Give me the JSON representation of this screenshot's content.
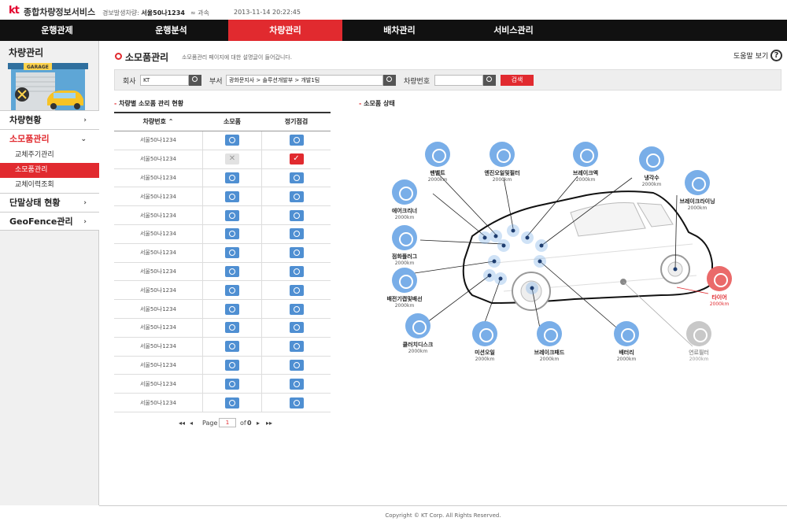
{
  "header": {
    "logo": "kt",
    "service_name": "종합차량정보서비스",
    "alarm_label": "경보발생차량:",
    "alarm_vehicle": "서울50나1234",
    "speed_label": "과속",
    "datetime": "2013-11-14 20:22:45"
  },
  "nav": [
    "운행관제",
    "운행분석",
    "차량관리",
    "배차관리",
    "서비스관리"
  ],
  "sidebar": {
    "title": "차량관리",
    "garage_label": "GARAGE",
    "menu": [
      {
        "label": "차량현황",
        "chev": "›"
      },
      {
        "label": "소모품관리",
        "chev": "⌄"
      }
    ],
    "submenu": [
      "교체주기관리",
      "소모품관리",
      "교체이력조회"
    ],
    "menu2": [
      {
        "label": "단말상태 현황",
        "chev": "›"
      },
      {
        "label": "GeoFence관리",
        "chev": "›"
      }
    ]
  },
  "page": {
    "title": "소모품관리",
    "description": "소모품관리 페이지에 대한 설명글이 들어갑니다.",
    "help": "도움말 보기"
  },
  "search": {
    "company_label": "회사",
    "company_value": "KT",
    "dept_label": "부서",
    "dept_value": "광화문지사 > 솔루션개발부 > 개발1팀",
    "vehicle_label": "차량번호",
    "vehicle_value": "",
    "search_button": "검색"
  },
  "table": {
    "section_title": "차량별 소모품 관리 현황",
    "headers": [
      "차량번호 ⌃",
      "소모품",
      "정기점검"
    ],
    "rows": [
      {
        "vehicle": "서울50나1234",
        "item": "ok",
        "inspect": "ok"
      },
      {
        "vehicle": "서울50나1234",
        "item": "x",
        "inspect": "check"
      },
      {
        "vehicle": "서울50나1234",
        "item": "ok",
        "inspect": "ok"
      },
      {
        "vehicle": "서울50나1234",
        "item": "ok",
        "inspect": "ok"
      },
      {
        "vehicle": "서울50나1234",
        "item": "ok",
        "inspect": "ok"
      },
      {
        "vehicle": "서울50나1234",
        "item": "ok",
        "inspect": "ok"
      },
      {
        "vehicle": "서울50나1234",
        "item": "ok",
        "inspect": "ok"
      },
      {
        "vehicle": "서울50나1234",
        "item": "ok",
        "inspect": "ok"
      },
      {
        "vehicle": "서울50나1234",
        "item": "ok",
        "inspect": "ok"
      },
      {
        "vehicle": "서울50나1234",
        "item": "ok",
        "inspect": "ok"
      },
      {
        "vehicle": "서울50나1234",
        "item": "ok",
        "inspect": "ok"
      },
      {
        "vehicle": "서울50나1234",
        "item": "ok",
        "inspect": "ok"
      },
      {
        "vehicle": "서울50나1234",
        "item": "ok",
        "inspect": "ok"
      },
      {
        "vehicle": "서울50나1234",
        "item": "ok",
        "inspect": "ok"
      },
      {
        "vehicle": "서울50나1234",
        "item": "ok",
        "inspect": "ok"
      }
    ]
  },
  "pager": {
    "first": "◂◂",
    "prev": "◂",
    "page_label": "Page",
    "page_value": "1",
    "of_label": "of",
    "total": "0",
    "next": "▸",
    "last": "▸▸"
  },
  "status": {
    "section_title": "소모품 상태",
    "parts": [
      {
        "name": "팬벨트",
        "km": "2000km",
        "state": "normal"
      },
      {
        "name": "엔진오일및필터",
        "km": "2000km",
        "state": "normal"
      },
      {
        "name": "브레이크액",
        "km": "2000km",
        "state": "normal"
      },
      {
        "name": "냉각수",
        "km": "2000km",
        "state": "normal"
      },
      {
        "name": "브레이크라이닝",
        "km": "2000km",
        "state": "normal"
      },
      {
        "name": "에어크리너",
        "km": "2000km",
        "state": "normal"
      },
      {
        "name": "점화플러그",
        "km": "2000km",
        "state": "normal"
      },
      {
        "name": "타이어",
        "km": "2000km",
        "state": "warning"
      },
      {
        "name": "배전기캡및배선",
        "km": "2000km",
        "state": "normal"
      },
      {
        "name": "클러치디스크",
        "km": "2000km",
        "state": "normal"
      },
      {
        "name": "미션오일",
        "km": "2000km",
        "state": "normal"
      },
      {
        "name": "브레이크패드",
        "km": "2000km",
        "state": "normal"
      },
      {
        "name": "배터리",
        "km": "2000km",
        "state": "normal"
      },
      {
        "name": "연료필터",
        "km": "2000km",
        "state": "inactive"
      }
    ]
  },
  "footer": "Copyright © KT Corp. All Rights Reserved."
}
